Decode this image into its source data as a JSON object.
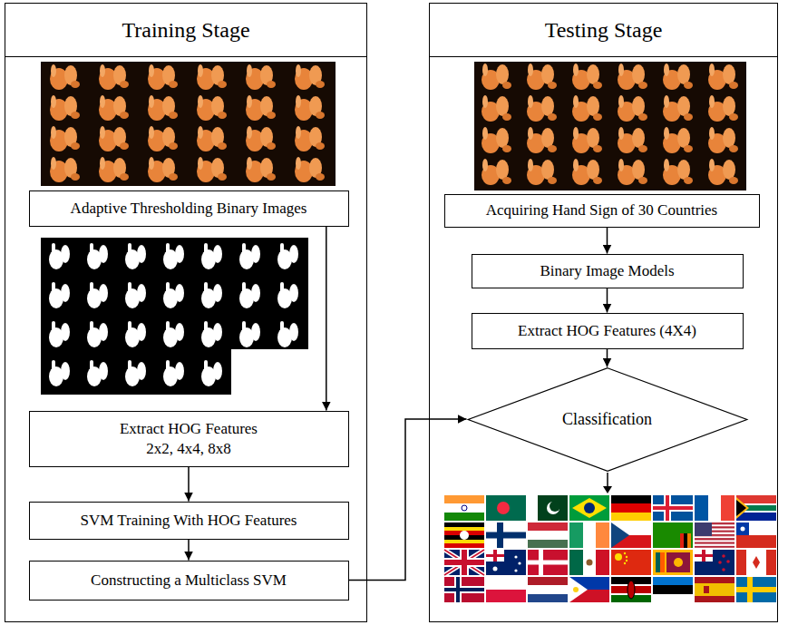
{
  "diagram": {
    "nodes": [
      {
        "text": [
          "Training Stage"
        ]
      },
      {
        "text": [
          "Adaptive Thresholding Binary Images"
        ],
        "in": 0
      },
      {
        "text": [
          "Extract HOG Features 2x2, 4x4, 8x8"
        ],
        "in": 0
      },
      {
        "text": [
          "SVM Training With HOG Features"
        ],
        "in": 0
      },
      {
        "text": [
          "Constructing a Multiclass SVM"
        ],
        "in": 0
      },
      {
        "text": [
          "Testing Stage"
        ]
      },
      {
        "text": [
          "Acquiring Hand Sign of 30 Countries"
        ],
        "in": 5
      },
      {
        "text": [
          "Binary Image Models"
        ],
        "in": 5
      },
      {
        "text": [
          "Extract HOG Features (4X4)"
        ],
        "in": 5
      },
      {
        "text": [
          "Classification"
        ],
        "in": 5
      }
    ],
    "edges": [
      {
        "from": 1,
        "to": 2,
        "arrow": "to"
      },
      {
        "from": 2,
        "to": 3,
        "arrow": "to"
      },
      {
        "from": 3,
        "to": 4,
        "arrow": "to"
      },
      {
        "from": 4,
        "to": 9,
        "arrow": "to"
      },
      {
        "from": 6,
        "to": 7,
        "arrow": "to"
      },
      {
        "from": 7,
        "to": 8,
        "arrow": "to"
      },
      {
        "from": 8,
        "to": 9,
        "arrow": "to"
      }
    ]
  }
}
